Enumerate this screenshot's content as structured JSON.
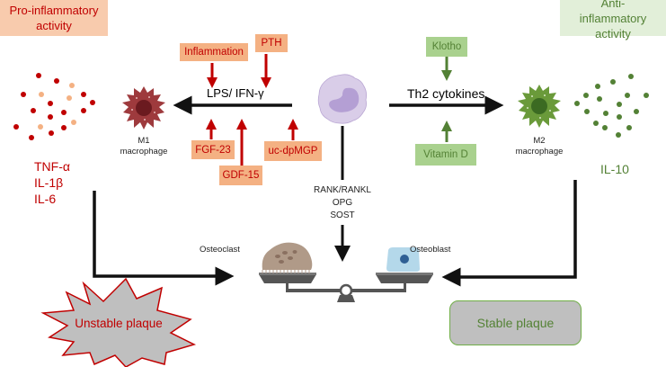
{
  "headers": {
    "pro_inflammatory": "Pro-inflammatory activity",
    "anti_inflammatory": "Anti-inflammatory activity"
  },
  "left_factors": {
    "inflammation": "Inflammation",
    "pth": "PTH",
    "fgf23": "FGF-23",
    "gdf15": "GDF-15",
    "ucdpmgp": "uc-dpMGP"
  },
  "right_factors": {
    "klotho": "Klotho",
    "vitamin_d": "Vitamin D"
  },
  "pathways": {
    "lps_ifn": "LPS/ IFN-γ",
    "th2": "Th2 cytokines"
  },
  "cells": {
    "m1_line1": "M1",
    "m1_line2": "macrophage",
    "m2_line1": "M2",
    "m2_line2": "macrophage",
    "osteoclast": "Osteoclast",
    "osteoblast": "Osteoblast"
  },
  "cytokines": {
    "pro": [
      "TNF-α",
      "IL-1β",
      "IL-6"
    ],
    "anti": "IL-10"
  },
  "central_regulators": [
    "RANK/RANKL",
    "OPG",
    "SOST"
  ],
  "outcomes": {
    "unstable": "Unstable plaque",
    "stable": "Stable plaque"
  },
  "colors": {
    "pro_red": "#c00000",
    "pro_box": "#f4b183",
    "anti_green": "#548235",
    "anti_box": "#a9d18e",
    "monocyte": "#d9cde8",
    "osteoblast": "#b4d8ea"
  }
}
